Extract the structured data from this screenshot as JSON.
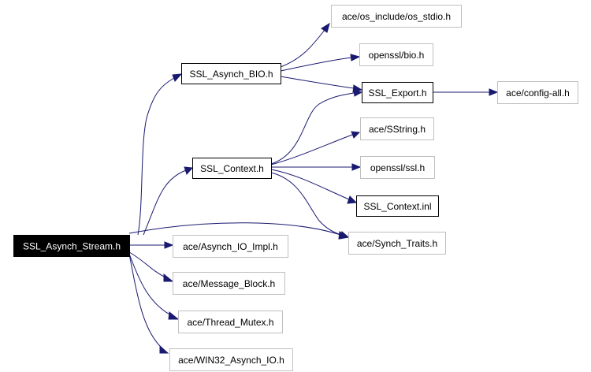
{
  "colors": {
    "edge": "#191970",
    "root_fill": "#000000",
    "root_text": "#ffffff",
    "documented_border": "#000000",
    "external_border": "#bfbfbf",
    "node_text": "#000000"
  },
  "nodes": [
    {
      "id": "root",
      "label": "SSL_Asynch_Stream.h",
      "style": "root"
    },
    {
      "id": "bio",
      "label": "SSL_Asynch_BIO.h",
      "style": "documented"
    },
    {
      "id": "context",
      "label": "SSL_Context.h",
      "style": "documented"
    },
    {
      "id": "os_stdio",
      "label": "ace/os_include/os_stdio.h",
      "style": "external"
    },
    {
      "id": "openssl_bio",
      "label": "openssl/bio.h",
      "style": "external"
    },
    {
      "id": "export",
      "label": "SSL_Export.h",
      "style": "documented"
    },
    {
      "id": "config_all",
      "label": "ace/config-all.h",
      "style": "external"
    },
    {
      "id": "sstring",
      "label": "ace/SString.h",
      "style": "external"
    },
    {
      "id": "openssl_ssl",
      "label": "openssl/ssl.h",
      "style": "external"
    },
    {
      "id": "context_inl",
      "label": "SSL_Context.inl",
      "style": "documented"
    },
    {
      "id": "synch_traits",
      "label": "ace/Synch_Traits.h",
      "style": "external"
    },
    {
      "id": "asynch_io_impl",
      "label": "ace/Asynch_IO_Impl.h",
      "style": "external"
    },
    {
      "id": "message_block",
      "label": "ace/Message_Block.h",
      "style": "external"
    },
    {
      "id": "thread_mutex",
      "label": "ace/Thread_Mutex.h",
      "style": "external"
    },
    {
      "id": "win32_asynch_io",
      "label": "ace/WIN32_Asynch_IO.h",
      "style": "external"
    }
  ],
  "edges": [
    {
      "from": "root",
      "to": "bio"
    },
    {
      "from": "root",
      "to": "context"
    },
    {
      "from": "root",
      "to": "synch_traits"
    },
    {
      "from": "root",
      "to": "asynch_io_impl"
    },
    {
      "from": "root",
      "to": "message_block"
    },
    {
      "from": "root",
      "to": "thread_mutex"
    },
    {
      "from": "root",
      "to": "win32_asynch_io"
    },
    {
      "from": "bio",
      "to": "os_stdio"
    },
    {
      "from": "bio",
      "to": "openssl_bio"
    },
    {
      "from": "bio",
      "to": "export"
    },
    {
      "from": "export",
      "to": "config_all"
    },
    {
      "from": "context",
      "to": "export"
    },
    {
      "from": "context",
      "to": "sstring"
    },
    {
      "from": "context",
      "to": "openssl_ssl"
    },
    {
      "from": "context",
      "to": "context_inl"
    },
    {
      "from": "context",
      "to": "synch_traits"
    }
  ]
}
